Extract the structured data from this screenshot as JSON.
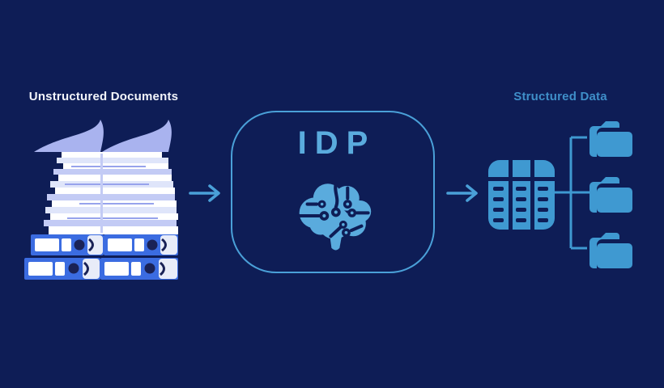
{
  "diagram": {
    "title_area": "IDP process flow infographic",
    "left": {
      "label": "Unstructured Documents"
    },
    "process": {
      "label": "IDP"
    },
    "right": {
      "label": "Structured Data",
      "folder_count": 3
    },
    "flow_order": [
      "Unstructured Documents",
      "IDP",
      "Structured Data"
    ]
  },
  "colors": {
    "background": "#0e1d56",
    "label_white": "#f2f4fa",
    "label_blue": "#3f8fc9",
    "accent_light_blue": "#4aa0d8",
    "idp_text_blue": "#5aabdd",
    "icon_blue": "#3f99d1",
    "paper_periwinkle": "#a9b3ef",
    "paper_mid": "#c3cbf5",
    "paper_light": "#dfe5fa",
    "binder_blue": "#3b6ce1",
    "binder_dark": "#1a2256"
  },
  "icons": {
    "left_illustration": "paper-stack-with-binders",
    "arrow_1": "arrow-right-icon",
    "process_icon": "brain-circuit-icon",
    "arrow_2": "arrow-right-icon",
    "database_icon": "database-table-icon",
    "folder_icon": "folder-icon",
    "connector": "tree-connector-lines"
  }
}
